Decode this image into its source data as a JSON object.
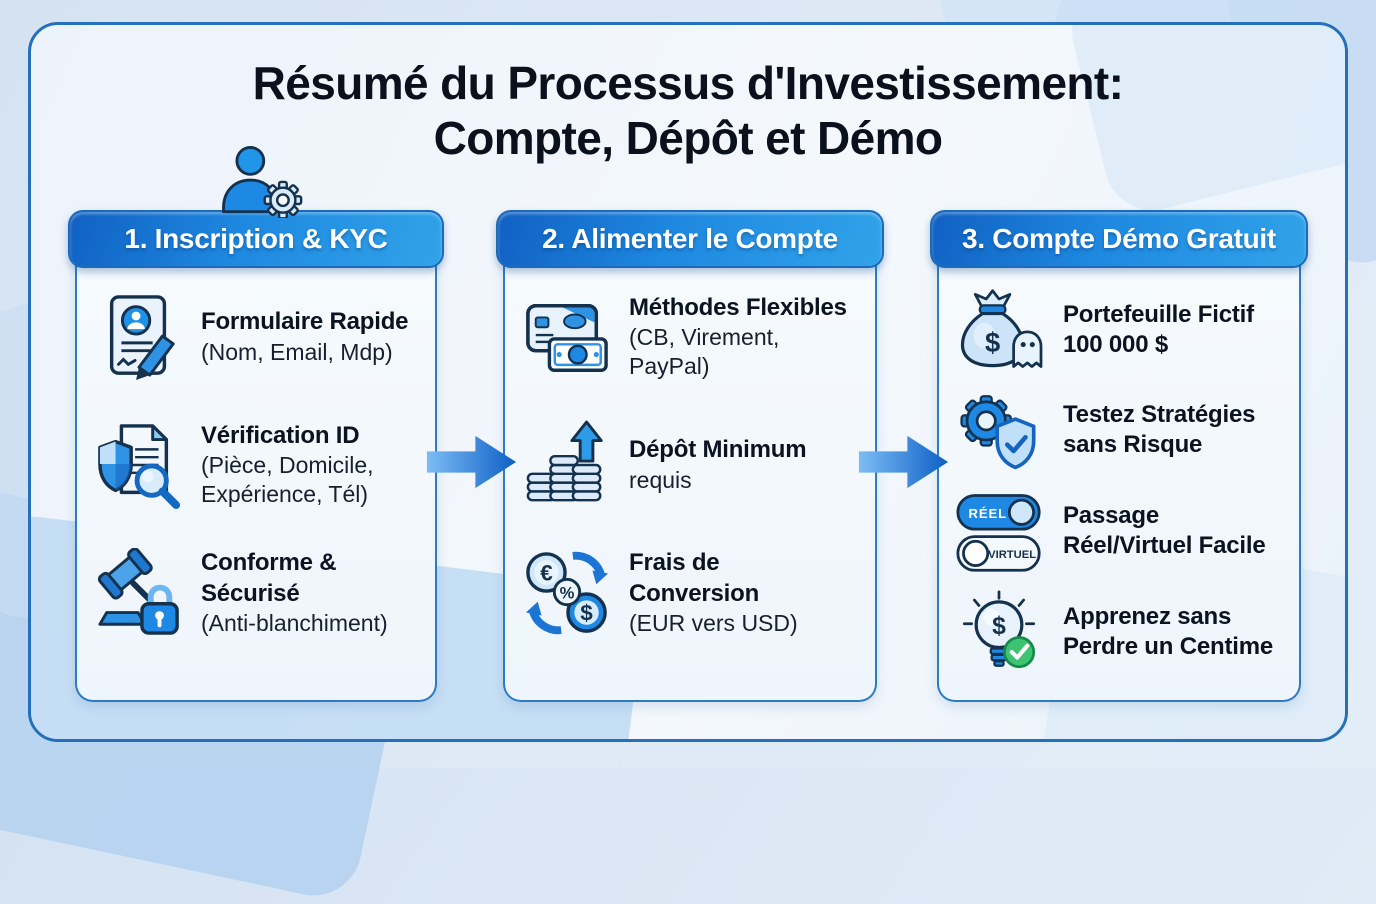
{
  "page": {
    "title_line1": "Résumé du Processus d'Investissement:",
    "title_line2": "Compte, Dépôt et Démo"
  },
  "columns": [
    {
      "header": "1. Inscription & KYC",
      "items": [
        {
          "icon": "form-pen-icon",
          "title": "Formulaire Rapide",
          "subtitle": "(Nom, Email, Mdp)"
        },
        {
          "icon": "shield-document-magnifier-icon",
          "title": "Vérification ID",
          "subtitle": "(Pièce, Domicile,\nExpérience, Tél)"
        },
        {
          "icon": "gavel-padlock-icon",
          "title": "Conforme &\nSécurisé",
          "subtitle": "(Anti-blanchiment)"
        }
      ]
    },
    {
      "header": "2. Alimenter le Compte",
      "items": [
        {
          "icon": "credit-card-cash-icon",
          "title": "Méthodes Flexibles",
          "subtitle": "(CB, Virement,\nPayPal)"
        },
        {
          "icon": "coin-stacks-growth-icon",
          "title": "Dépôt Minimum",
          "subtitle": "requis"
        },
        {
          "icon": "currency-exchange-icon",
          "title": "Frais de\nConversion",
          "subtitle": "(EUR vers USD)"
        }
      ]
    },
    {
      "header": "3. Compte Démo Gratuit",
      "items": [
        {
          "icon": "money-bag-ghost-icon",
          "title": "Portefeuille Fictif\n100 000 $"
        },
        {
          "icon": "gear-shield-check-icon",
          "title": "Testez Stratégies\nsans Risque"
        },
        {
          "icon": "real-virtual-toggles-icon",
          "title": "Passage\nRéel/Virtuel Facile"
        },
        {
          "icon": "bulb-dollar-check-icon",
          "title": "Apprenez sans\nPerdre un Centime"
        }
      ]
    }
  ],
  "toggles": {
    "real_label": "RÉEL",
    "virtual_label": "VIRTUEL"
  },
  "icon_symbols": {
    "euro": "€",
    "dollar": "$",
    "percent": "%"
  },
  "colors": {
    "accent_blue": "#1e88e5",
    "header_gradient_start": "#1060c2",
    "header_gradient_end": "#31a3e9",
    "card_border": "#2d7cc3",
    "frame_border": "#2470ba",
    "background": "#dde8f5",
    "outline_navy": "#14324e",
    "success_green": "#3cc473"
  }
}
